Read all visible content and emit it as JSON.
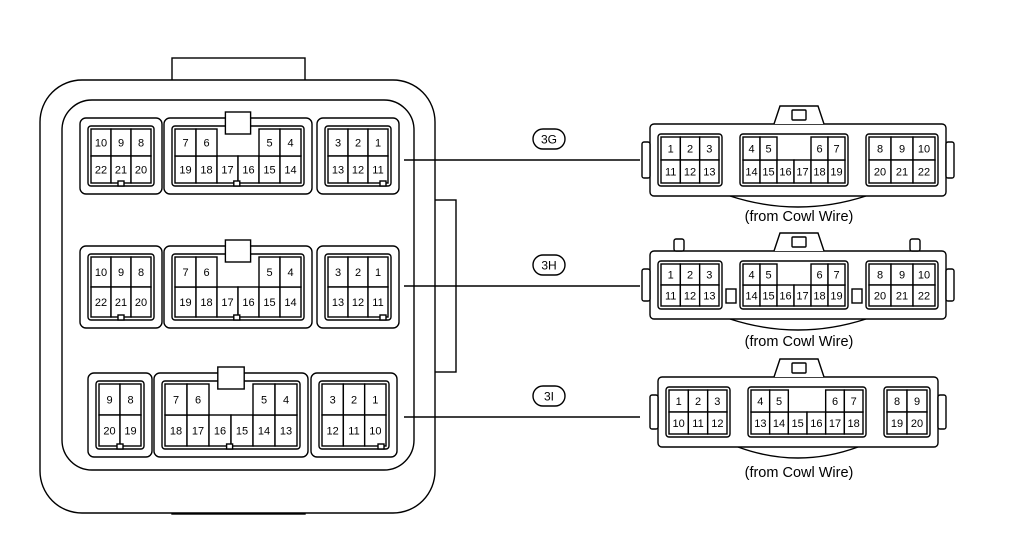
{
  "connectors": [
    {
      "id": "3G",
      "caption": "(from Cowl Wire)",
      "block_a": {
        "top": [
          "10",
          "9",
          "8"
        ],
        "bottom": [
          "22",
          "21",
          "20"
        ]
      },
      "block_b": {
        "top_left": [
          "7",
          "6"
        ],
        "top_right": [
          "5",
          "4"
        ],
        "bottom": [
          "19",
          "18",
          "17",
          "16",
          "15",
          "14"
        ]
      },
      "block_c": {
        "top": [
          "3",
          "2",
          "1"
        ],
        "bottom": [
          "13",
          "12",
          "11"
        ]
      },
      "plug_a": {
        "top": [
          "1",
          "2",
          "3"
        ],
        "bottom": [
          "11",
          "12",
          "13"
        ]
      },
      "plug_b": {
        "top_left": [
          "4",
          "5"
        ],
        "top_right": [
          "6",
          "7"
        ],
        "bottom": [
          "14",
          "15",
          "16",
          "17",
          "18",
          "19"
        ]
      },
      "plug_c": {
        "top": [
          "8",
          "9",
          "10"
        ],
        "bottom": [
          "20",
          "21",
          "22"
        ]
      }
    },
    {
      "id": "3H",
      "caption": "(from Cowl Wire)",
      "block_a": {
        "top": [
          "10",
          "9",
          "8"
        ],
        "bottom": [
          "22",
          "21",
          "20"
        ]
      },
      "block_b": {
        "top_left": [
          "7",
          "6"
        ],
        "top_right": [
          "5",
          "4"
        ],
        "bottom": [
          "19",
          "18",
          "17",
          "16",
          "15",
          "14"
        ]
      },
      "block_c": {
        "top": [
          "3",
          "2",
          "1"
        ],
        "bottom": [
          "13",
          "12",
          "11"
        ]
      },
      "plug_a": {
        "top": [
          "1",
          "2",
          "3"
        ],
        "bottom": [
          "11",
          "12",
          "13"
        ]
      },
      "plug_b": {
        "top_left": [
          "4",
          "5"
        ],
        "top_right": [
          "6",
          "7"
        ],
        "bottom": [
          "14",
          "15",
          "16",
          "17",
          "18",
          "19"
        ]
      },
      "plug_c": {
        "top": [
          "8",
          "9",
          "10"
        ],
        "bottom": [
          "20",
          "21",
          "22"
        ]
      }
    },
    {
      "id": "3I",
      "caption": "(from Cowl Wire)",
      "block_a": {
        "top": [
          "9",
          "8"
        ],
        "bottom": [
          "20",
          "19"
        ]
      },
      "block_b": {
        "top_left": [
          "7",
          "6"
        ],
        "top_right": [
          "5",
          "4"
        ],
        "bottom": [
          "18",
          "17",
          "16",
          "15",
          "14",
          "13"
        ]
      },
      "block_c": {
        "top": [
          "3",
          "2",
          "1"
        ],
        "bottom": [
          "12",
          "11",
          "10"
        ]
      },
      "plug_a": {
        "top": [
          "1",
          "2",
          "3"
        ],
        "bottom": [
          "10",
          "11",
          "12"
        ]
      },
      "plug_b": {
        "top_left": [
          "4",
          "5"
        ],
        "top_right": [
          "6",
          "7"
        ],
        "bottom": [
          "13",
          "14",
          "15",
          "16",
          "17",
          "18"
        ]
      },
      "plug_c": {
        "top": [
          "8",
          "9"
        ],
        "bottom": [
          "19",
          "20"
        ]
      }
    }
  ]
}
